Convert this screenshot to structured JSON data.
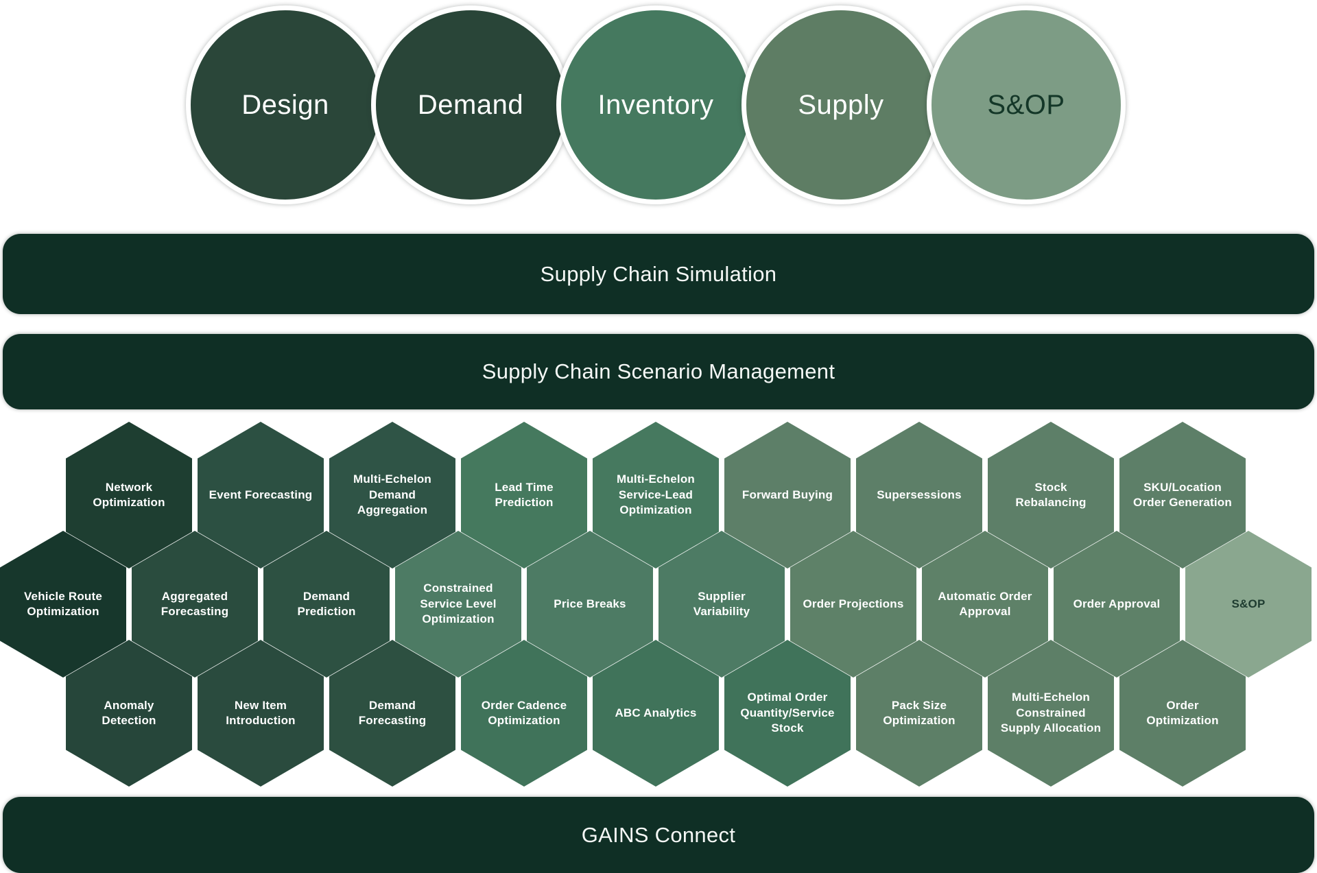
{
  "colors": {
    "background": "#ffffff",
    "bar_fill": "#0f2f25",
    "bar_text": "#f5f8f6"
  },
  "title_circles": [
    {
      "label": "Design",
      "fill": "#2a4639",
      "text_color": "#ffffff"
    },
    {
      "label": "Demand",
      "fill": "#294538",
      "text_color": "#ffffff"
    },
    {
      "label": "Inventory",
      "fill": "#45795f",
      "text_color": "#ffffff"
    },
    {
      "label": "Supply",
      "fill": "#5e7d64",
      "text_color": "#ffffff"
    },
    {
      "label": "S&OP",
      "fill": "#7d9c85",
      "text_color": "#143728"
    }
  ],
  "bars": {
    "simulation": {
      "label": "Supply Chain Simulation"
    },
    "scenario": {
      "label": "Supply Chain Scenario Management"
    },
    "connect": {
      "label": "GAINS Connect"
    }
  },
  "hex_rows": [
    {
      "items": [
        {
          "label": "Network Optimization",
          "fill": "#1e3e31",
          "text_color": "#ffffff"
        },
        {
          "label": "Event Forecasting",
          "fill": "#2c5042",
          "text_color": "#ffffff"
        },
        {
          "label": "Multi-Echelon Demand Aggregation",
          "fill": "#2f5446",
          "text_color": "#ffffff"
        },
        {
          "label": "Lead Time Prediction",
          "fill": "#45795e",
          "text_color": "#ffffff"
        },
        {
          "label": "Multi-Echelon Service-Lead Optimization",
          "fill": "#46795f",
          "text_color": "#ffffff"
        },
        {
          "label": "Forward Buying",
          "fill": "#5d7f68",
          "text_color": "#ffffff"
        },
        {
          "label": "Supersessions",
          "fill": "#5d7f68",
          "text_color": "#ffffff"
        },
        {
          "label": "Stock Rebalancing",
          "fill": "#5d7f68",
          "text_color": "#ffffff"
        },
        {
          "label": "SKU/Location Order Generation",
          "fill": "#5d7f68",
          "text_color": "#ffffff"
        }
      ]
    },
    {
      "items": [
        {
          "label": "Vehicle Route Optimization",
          "fill": "#17372c",
          "text_color": "#ffffff"
        },
        {
          "label": "Aggregated Forecasting",
          "fill": "#2a4c3e",
          "text_color": "#ffffff"
        },
        {
          "label": "Demand Prediction",
          "fill": "#2d5142",
          "text_color": "#ffffff"
        },
        {
          "label": "Constrained Service Level Optimization",
          "fill": "#4d7b64",
          "text_color": "#ffffff"
        },
        {
          "label": "Price Breaks",
          "fill": "#4d7b64",
          "text_color": "#ffffff"
        },
        {
          "label": "Supplier Variability",
          "fill": "#4d7b64",
          "text_color": "#ffffff"
        },
        {
          "label": "Order Projections",
          "fill": "#5e8168",
          "text_color": "#ffffff"
        },
        {
          "label": "Automatic Order Approval",
          "fill": "#5e8168",
          "text_color": "#ffffff"
        },
        {
          "label": "Order Approval",
          "fill": "#5e8168",
          "text_color": "#ffffff"
        },
        {
          "label": "S&OP",
          "fill": "#8aa78f",
          "text_color": "#1e3c30"
        }
      ]
    },
    {
      "items": [
        {
          "label": "Anomaly Detection",
          "fill": "#26463a",
          "text_color": "#ffffff"
        },
        {
          "label": "New Item Introduction",
          "fill": "#2a4b3e",
          "text_color": "#ffffff"
        },
        {
          "label": "Demand Forecasting",
          "fill": "#2d5041",
          "text_color": "#ffffff"
        },
        {
          "label": "Order Cadence Optimization",
          "fill": "#40735a",
          "text_color": "#ffffff"
        },
        {
          "label": "ABC Analytics",
          "fill": "#40735a",
          "text_color": "#ffffff"
        },
        {
          "label": "Optimal Order Quantity/Service Stock",
          "fill": "#40735a",
          "text_color": "#ffffff"
        },
        {
          "label": "Pack Size Optimization",
          "fill": "#5d7f67",
          "text_color": "#ffffff"
        },
        {
          "label": "Multi-Echelon Constrained Supply Allocation",
          "fill": "#5d7f67",
          "text_color": "#ffffff"
        },
        {
          "label": "Order Optimization",
          "fill": "#5d7f67",
          "text_color": "#ffffff"
        }
      ]
    }
  ]
}
